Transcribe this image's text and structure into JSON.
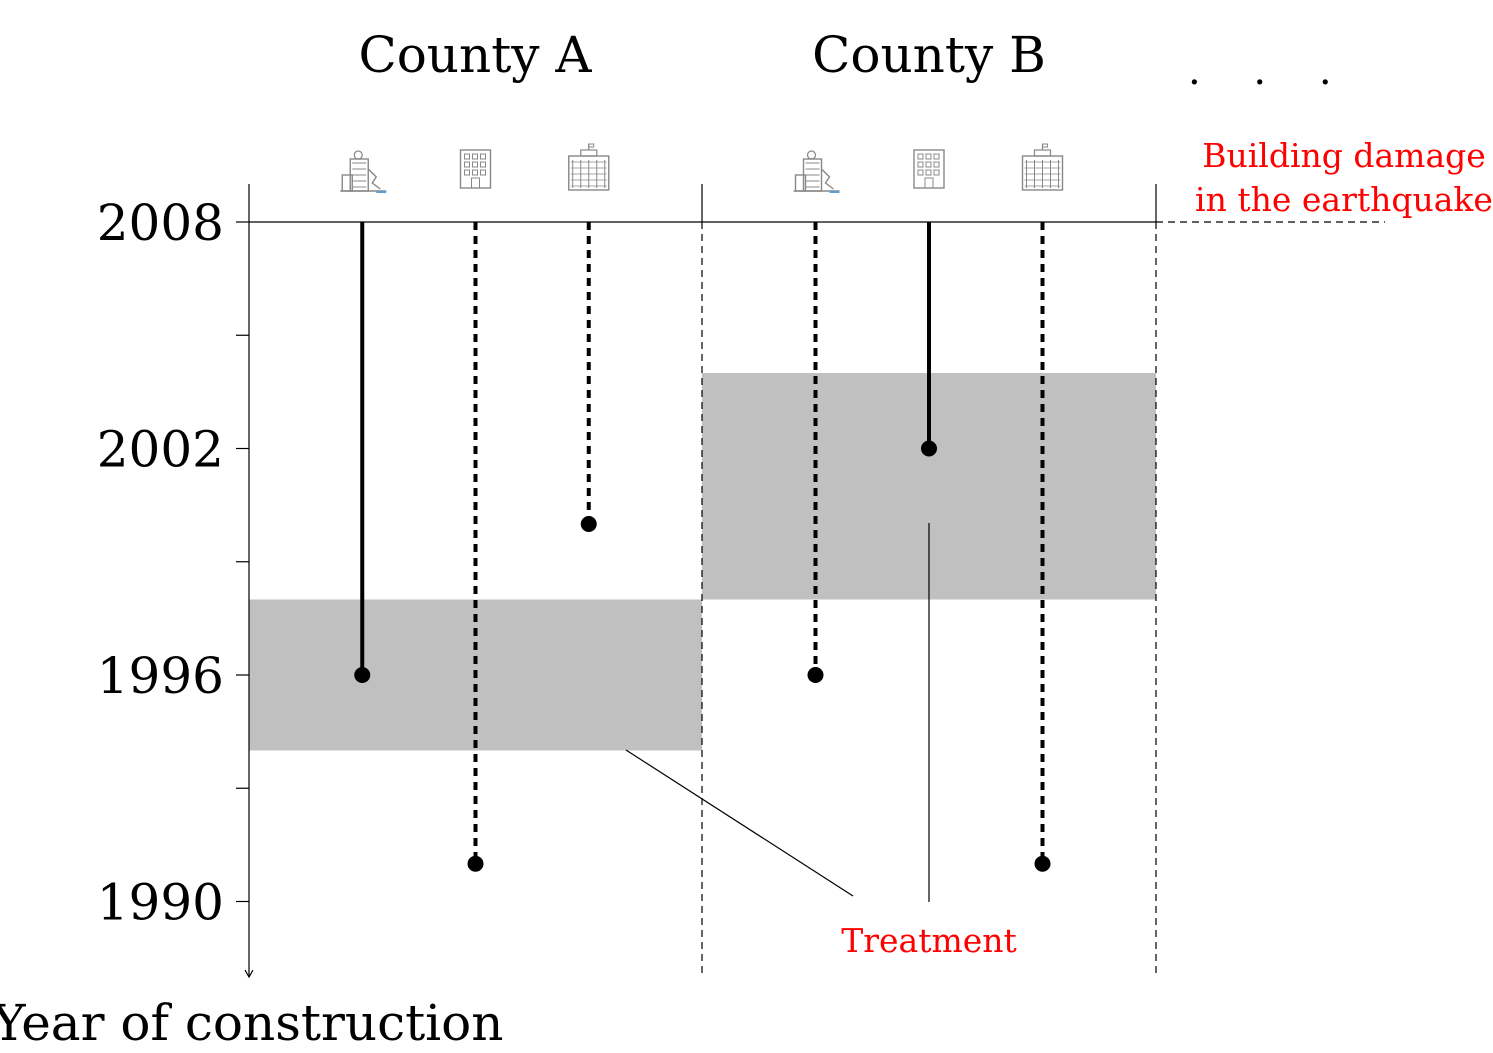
{
  "diagram": {
    "county_labels": [
      "County A",
      "County B"
    ],
    "more_counties": ". . .",
    "event_label_line1": "Building damage",
    "event_label_line2": "in the earthquake",
    "treatment_label": "Treatment",
    "axis_title": "Year of construction",
    "y_ticks": [
      "2008",
      "2002",
      "1996",
      "1990"
    ],
    "y_axis_direction": "downward (later years at top)",
    "event_year": 2008,
    "treatment_windows": [
      {
        "county": "County A",
        "from_year": 1994,
        "to_year": 1998
      },
      {
        "county": "County B",
        "from_year": 1998,
        "to_year": 2004
      }
    ],
    "buildings": [
      {
        "county": "County A",
        "icon": "building-damaged-icon",
        "construction_year": 1996,
        "line": "solid"
      },
      {
        "county": "County A",
        "icon": "building-lowrise-icon",
        "construction_year": 1991,
        "line": "dotted"
      },
      {
        "county": "County A",
        "icon": "building-highrise-icon",
        "construction_year": 2000,
        "line": "dotted"
      },
      {
        "county": "County B",
        "icon": "building-damaged-icon",
        "construction_year": 1996,
        "line": "dotted"
      },
      {
        "county": "County B",
        "icon": "building-lowrise-icon",
        "construction_year": 2002,
        "line": "solid"
      },
      {
        "county": "County B",
        "icon": "building-highrise-icon",
        "construction_year": 1991,
        "line": "dotted"
      }
    ],
    "colors": {
      "treatment_band": "#c0c0c0",
      "annotation": "#ff0000",
      "lines": "#000000",
      "icon": "#888888"
    }
  }
}
